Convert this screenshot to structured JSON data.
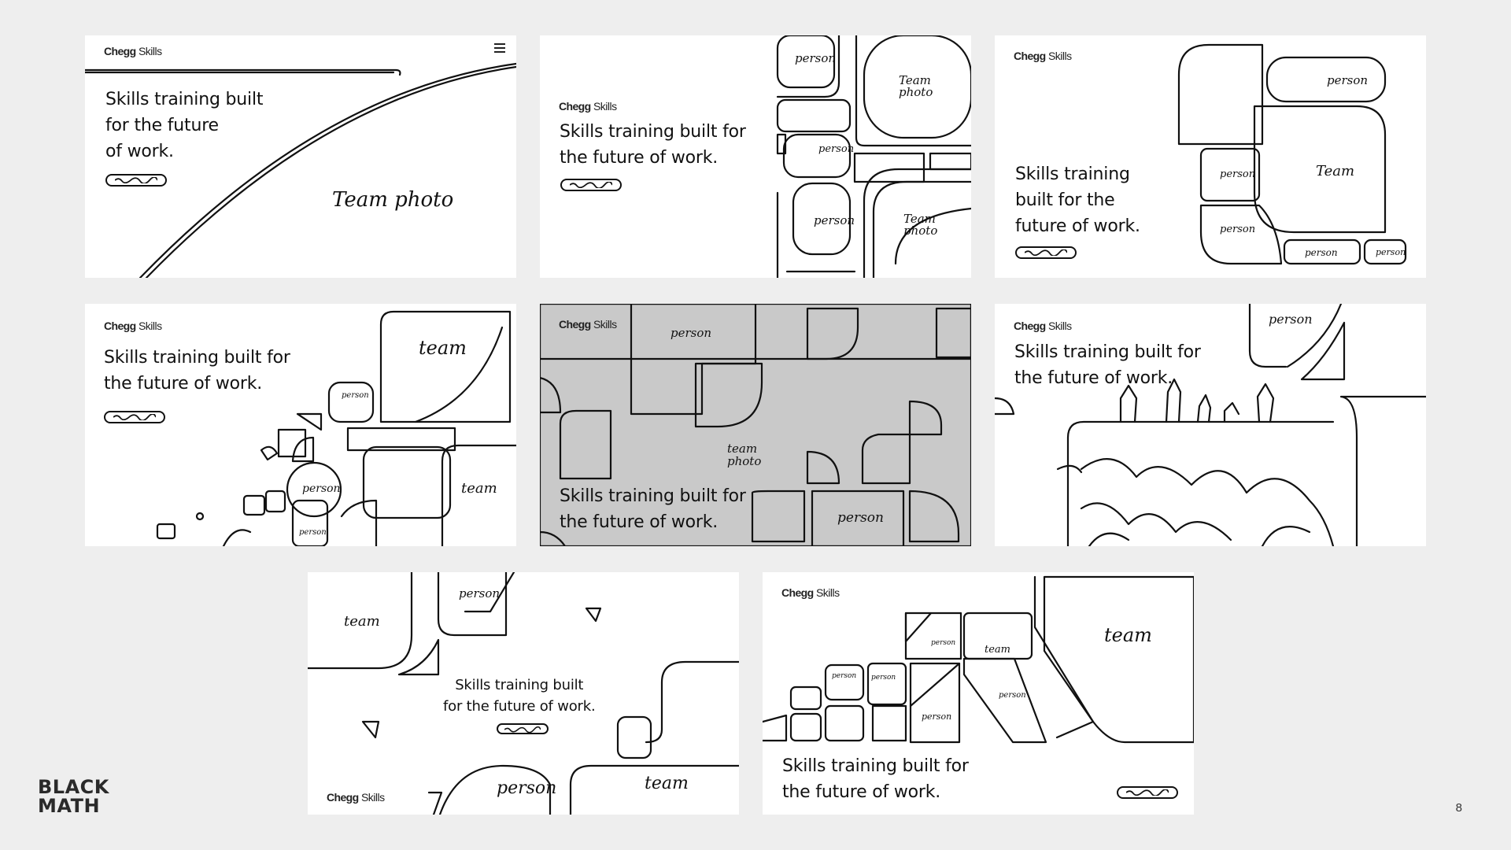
{
  "brand": {
    "line1": "BLACK",
    "line2": "MATH"
  },
  "page_number": "8",
  "logo": {
    "bold": "Chegg",
    "regular": " Skills"
  },
  "cards": [
    {
      "headline": "Skills training built\nfor the future\nof work.",
      "labels": [
        "Team photo"
      ]
    },
    {
      "headline": "Skills training built for\nthe future of work.",
      "labels": [
        "person",
        "Team\nphoto",
        "person",
        "person",
        "Team\nphoto"
      ]
    },
    {
      "headline": "Skills training\nbuilt for the\nfuture of work.",
      "labels": [
        "person",
        "person",
        "Team",
        "person",
        "person",
        "person"
      ]
    },
    {
      "headline": "Skills training built for\nthe future of work.",
      "labels": [
        "team",
        "person",
        "person",
        "team",
        "person"
      ]
    },
    {
      "headline": "Skills training built for\nthe future of work.",
      "labels": [
        "person",
        "team\nphoto",
        "person"
      ]
    },
    {
      "headline": "Skills training built for\nthe future of work.",
      "labels": [
        "person"
      ]
    },
    {
      "headline": "Skills training built\nfor the future of work.",
      "labels": [
        "team",
        "person",
        "person",
        "team"
      ]
    },
    {
      "headline": "Skills training built for\nthe future of work.",
      "labels": [
        "team",
        "person",
        "team",
        "person",
        "person",
        "person",
        "person",
        "team"
      ]
    }
  ],
  "colors": {
    "background": "#eeeeee",
    "card": "#ffffff",
    "ink": "#111111"
  }
}
